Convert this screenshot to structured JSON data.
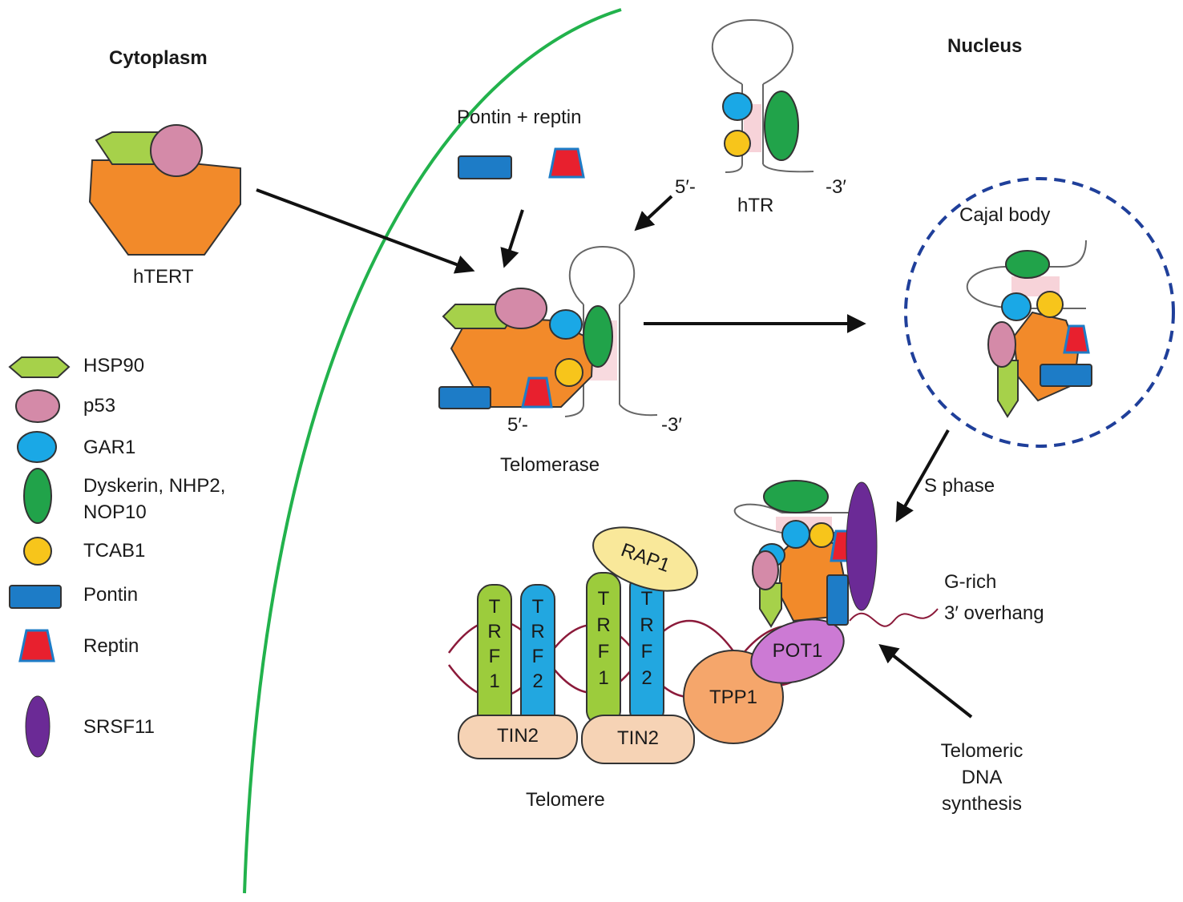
{
  "labels": {
    "cytoplasm": "Cytoplasm",
    "nucleus": "Nucleus",
    "htert": "hTERT",
    "pontin_reptin": "Pontin + reptin",
    "htr": "hTR",
    "htr_5prime": "5′-",
    "htr_3prime": "-3′",
    "telomerase": "Telomerase",
    "telomerase_5prime": "5′-",
    "telomerase_3prime": "-3′",
    "cajal_body": "Cajal body",
    "s_phase": "S phase",
    "g_rich_line1": "G-rich",
    "g_rich_line2": "3′ overhang",
    "telomere": "Telomere",
    "synthesis_line1": "Telomeric",
    "synthesis_line2": "DNA",
    "synthesis_line3": "synthesis"
  },
  "proteins": {
    "trf1": [
      "T",
      "R",
      "F",
      "1"
    ],
    "trf2": [
      "T",
      "R",
      "F",
      "2"
    ],
    "tin2": "TIN2",
    "rap1": "RAP1",
    "tpp1": "TPP1",
    "pot1": "POT1"
  },
  "legend": [
    {
      "shape": "hexagon",
      "color": "#a6d14a",
      "label_lines": [
        "HSP90"
      ]
    },
    {
      "shape": "ellipse",
      "color": "#d48aa8",
      "label_lines": [
        "p53"
      ]
    },
    {
      "shape": "ellipse",
      "color": "#1aa8e6",
      "label_lines": [
        "GAR1"
      ]
    },
    {
      "shape": "tall-ellipse",
      "color": "#21a34a",
      "label_lines": [
        "Dyskerin, NHP2,",
        "NOP10"
      ]
    },
    {
      "shape": "circle",
      "color": "#f7c51b",
      "label_lines": [
        "TCAB1"
      ]
    },
    {
      "shape": "rectangle",
      "color": "#1d7cc7",
      "label_lines": [
        "Pontin"
      ]
    },
    {
      "shape": "trapezoid",
      "color": "#e8202e",
      "label_lines": [
        "Reptin"
      ]
    },
    {
      "shape": "tall-ellipse",
      "color": "#6b2a96",
      "label_lines": [
        "SRSF11"
      ]
    }
  ],
  "colors": {
    "membrane": "#22b24c",
    "cajal_border": "#1f3f9a",
    "htert": "#f28a2a",
    "hsp90": "#a6d14a",
    "p53": "#d48aa8",
    "gar1": "#1aa8e6",
    "dyskerin": "#21a34a",
    "tcab1": "#f7c51b",
    "pontin": "#1d7cc7",
    "reptin": "#e8202e",
    "srsf11": "#6b2a96",
    "trf1": "#9ccc3c",
    "trf2": "#22a7e0",
    "tin2": "#f6d3b5",
    "rap1": "#f9e89a",
    "tpp1": "#f5a66b",
    "pot1": "#cc7ad4",
    "dna": "#8b1a3a"
  }
}
